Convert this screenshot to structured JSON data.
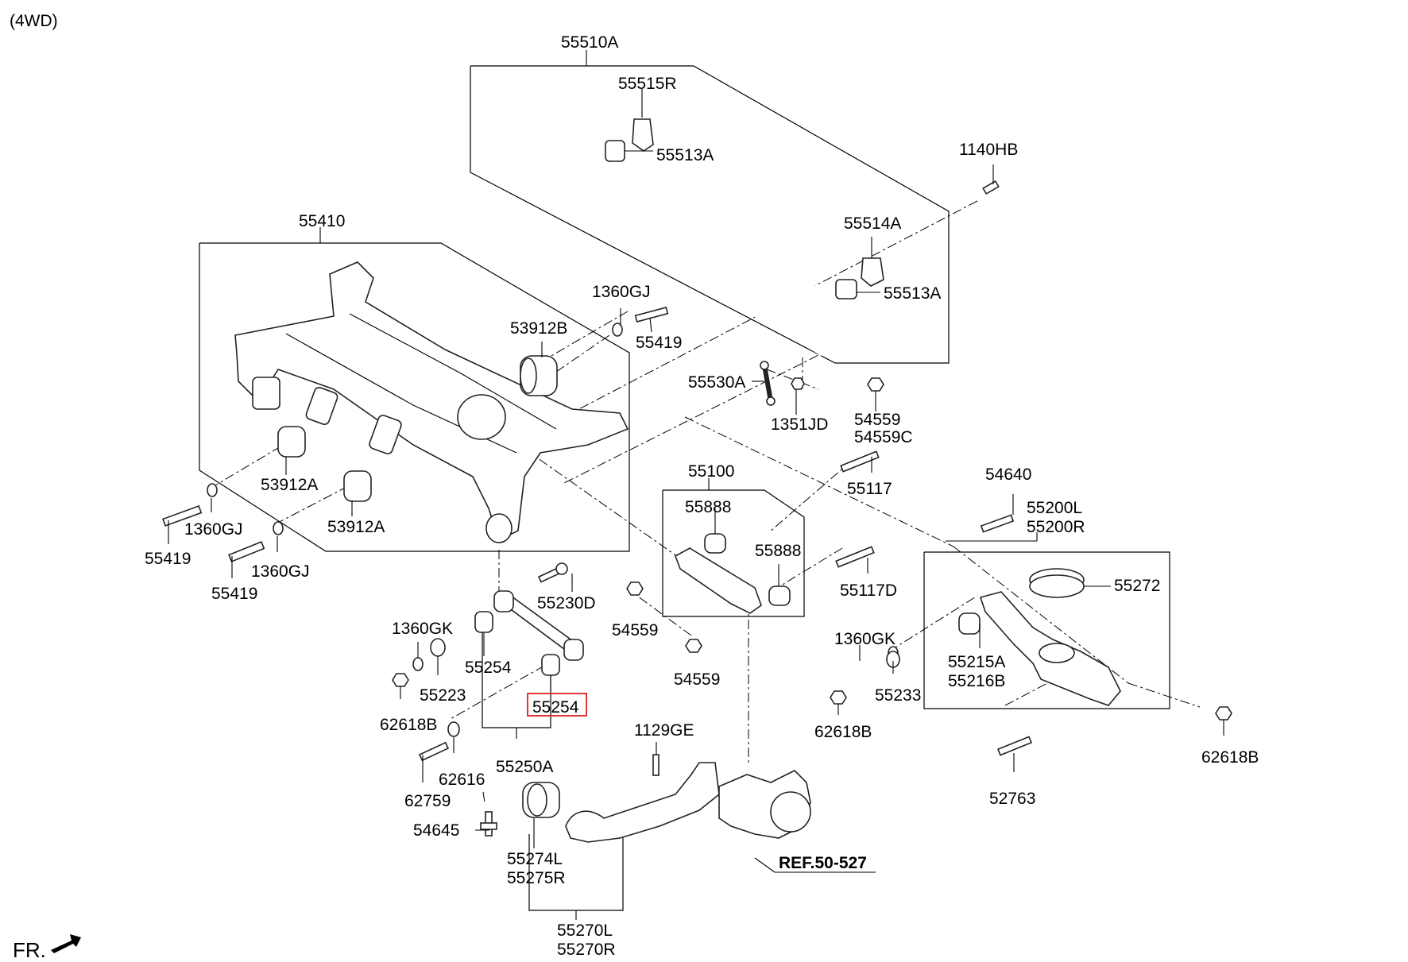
{
  "diagram": {
    "variant": "(4WD)",
    "front_marker": "FR.",
    "reference": "REF.50-527",
    "highlighted_part": "55254",
    "labels": {
      "p55510A": "55510A",
      "p55515R": "55515R",
      "p55513A_top": "55513A",
      "p1140HB": "1140HB",
      "p55514A": "55514A",
      "p55513A_mid": "55513A",
      "p55410": "55410",
      "p1360GJ_top": "1360GJ",
      "p53912B": "53912B",
      "p55419_top": "55419",
      "p55530A": "55530A",
      "p1351JD": "1351JD",
      "p54559_top": "54559",
      "p54559C": "54559C",
      "p53912A_1": "53912A",
      "p53912A_2": "53912A",
      "p1360GJ_left": "1360GJ",
      "p1360GJ_left2": "1360GJ",
      "p55419_left": "55419",
      "p55419_left2": "55419",
      "p55100": "55100",
      "p55117": "55117",
      "p54640": "54640",
      "p55200L": "55200L",
      "p55200R": "55200R",
      "p55888_1": "55888",
      "p55888_2": "55888",
      "p55272": "55272",
      "p55230D": "55230D",
      "p55117D": "55117D",
      "p1360GK_left": "1360GK",
      "p54559_mid": "54559",
      "p1360GK_right": "1360GK",
      "p55215A": "55215A",
      "p55216B": "55216B",
      "p55254_1": "55254",
      "p55223": "55223",
      "p55233": "55233",
      "p54559_low": "54559",
      "p55254_2": "55254",
      "p62618B_left": "62618B",
      "p62618B_mid": "62618B",
      "p62618B_right": "62618B",
      "p1129GE": "1129GE",
      "p62616": "62616",
      "p55250A": "55250A",
      "p62759": "62759",
      "p52763": "52763",
      "p54645": "54645",
      "p55274L": "55274L",
      "p55275R": "55275R",
      "p55270L": "55270L",
      "p55270R": "55270R"
    }
  }
}
